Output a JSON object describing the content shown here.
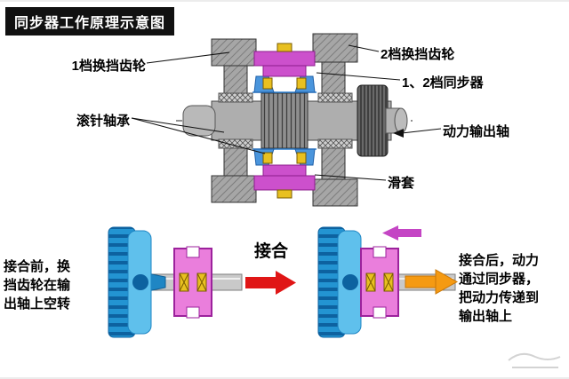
{
  "title": "同步器工作原理示意图",
  "callouts": {
    "gear1": "1档换挡齿轮",
    "gear2": "2档换挡齿轮",
    "synchronizer": "1、2档同步器",
    "needle_bearing": "滚针轴承",
    "output_shaft": "动力输出轴",
    "sliding_sleeve": "滑套"
  },
  "bottom": {
    "before_text": "接合前，换挡齿轮在输出轴上空转",
    "engage_label": "接合",
    "after_text": "接合后，动力通过同步器，把动力传递到输出轴上"
  },
  "colors": {
    "title_bg": "#111111",
    "title_text": "#ffffff",
    "gear_gray": "#a6a6a6",
    "synchro_magenta": "#cc50cc",
    "detent_yellow": "#e8c020",
    "ring_blue": "#2b7fd0",
    "gear_blue": "#2e9fd8",
    "sleeve_pink": "#ea7edc",
    "engage_arrow_red": "#e01616",
    "power_arrow_orange": "#f59a12",
    "shift_arrow_magenta": "#c445c4"
  }
}
